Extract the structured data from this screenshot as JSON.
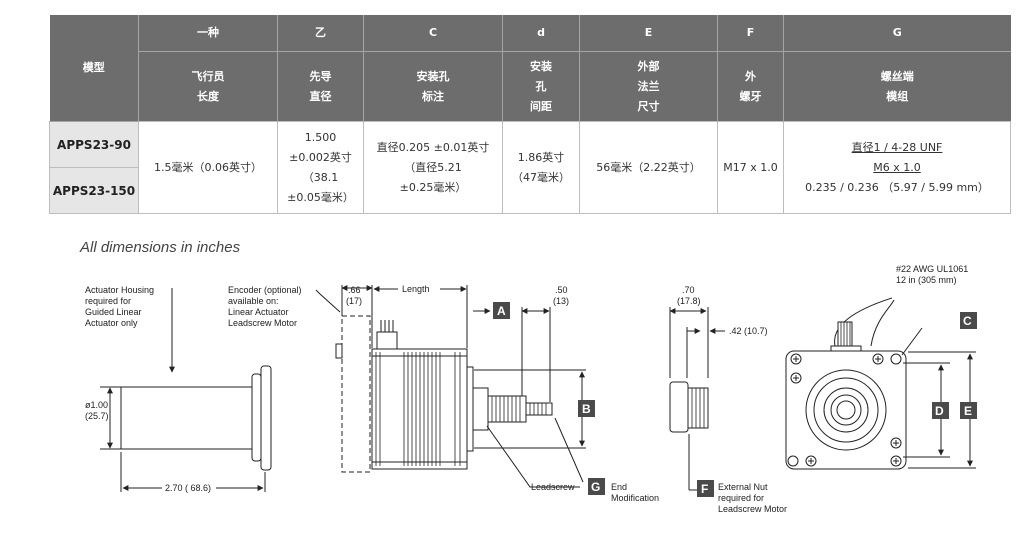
{
  "table": {
    "model_header": "模型",
    "letters": [
      "一种",
      "乙",
      "C",
      "d",
      "E",
      "F",
      "G"
    ],
    "descriptions": [
      "飞行员\n长度",
      "先导\n直径",
      "安装孔\n标注",
      "安装\n孔\n间距",
      "外部\n法兰\n尺寸",
      "外\n螺牙",
      "螺丝端\n模组"
    ],
    "models": [
      "APPS23-90",
      "APPS23-150"
    ],
    "values": {
      "pilot_length": "1.5毫米（0.06英寸）",
      "pilot_diameter": "1.500\n±0.002英寸\n（38.1\n±0.05毫米）",
      "mounting_hole": "直径0.205 ±0.01英寸\n（直径5.21\n±0.25毫米）",
      "hole_spacing": "1.86英寸\n（47毫米）",
      "flange_size": "56毫米（2.22英寸）",
      "external_thread": "M17 x 1.0",
      "screw_end_prefix": "直径",
      "screw_end_unf": "1 / 4-28 UNF",
      "screw_end_metric": "M6 x 1.0",
      "screw_end_dia": "0.235 / 0.236 （5.97 / 5.99 mm）"
    }
  },
  "drawing": {
    "caption": "All dimensions in inches",
    "housing_note": [
      "Actuator Housing",
      "required for",
      "Guided Linear",
      "Actuator only"
    ],
    "housing_dia": [
      "ø1.00",
      "(25.7)"
    ],
    "housing_length": "2.70 ( 68.6)",
    "encoder_note": [
      "Encoder (optional)",
      "available on:",
      "Linear Actuator",
      "Leadscrew Motor"
    ],
    "dim_066": [
      ".66",
      "(17)"
    ],
    "length_label": "Length",
    "dim_050": [
      ".50",
      "(13)"
    ],
    "dim_070": [
      ".70",
      "(17.8)"
    ],
    "dim_042": ".42 (10.7)",
    "wire_note": [
      "#22 AWG UL1061",
      "12 in (305 mm)"
    ],
    "leadscrew_label": "Leadscrew",
    "end_mod": [
      "End",
      "Modification"
    ],
    "ext_nut": [
      "External Nut",
      "required for",
      "Leadscrew Motor"
    ],
    "box_labels": {
      "a": "A",
      "b": "B",
      "c": "C",
      "d": "D",
      "e": "E",
      "f": "F",
      "g": "G"
    }
  }
}
